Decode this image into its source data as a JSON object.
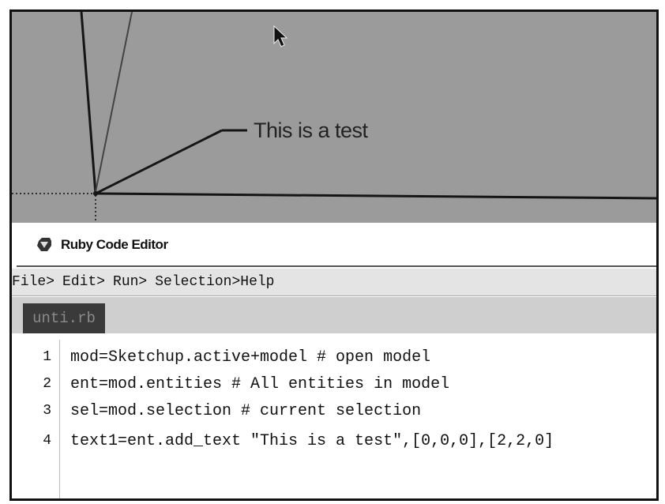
{
  "viewport": {
    "annotation_text": "This is a test",
    "icons": [
      "mouse-cursor-icon"
    ]
  },
  "editor": {
    "title": "Ruby Code Editor",
    "icon": "ruby-gem-icon",
    "menu": [
      "File>",
      "Edit>",
      "Run>",
      "Selection>",
      "Help"
    ],
    "tab": "unti.rb",
    "lines": [
      {
        "number": "1",
        "code": "mod=Sketchup.active+model # open model"
      },
      {
        "number": "2",
        "code": "ent=mod.entities # All entities in model"
      },
      {
        "number": "3",
        "code": "sel=mod.selection # current selection"
      },
      {
        "number": "4",
        "code": "text1=ent.add_text \"This is a test\",[0,0,0],[2,2,0]"
      }
    ]
  }
}
